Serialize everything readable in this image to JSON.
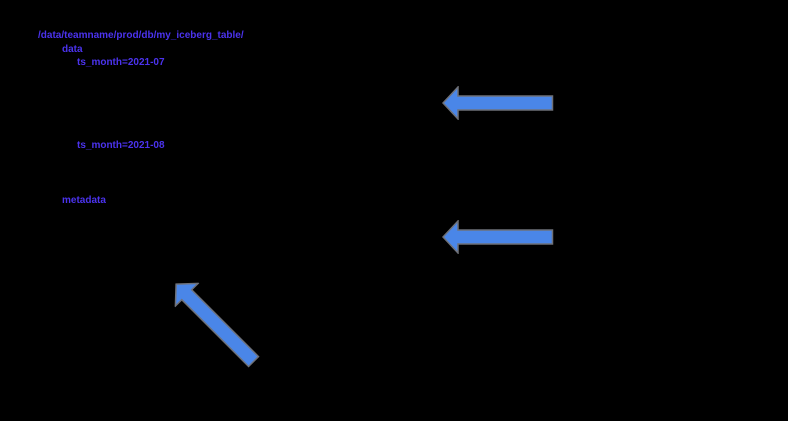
{
  "colors": {
    "background": "#000000",
    "text": "#4b33ee",
    "arrow_fill": "#4a86e8",
    "arrow_stroke": "#6e7179"
  },
  "file_tree": {
    "root_path": "/data/teamname/prod/db/my_iceberg_table/",
    "data_dir": "data",
    "partition_1": "ts_month=2021-07",
    "partition_2": "ts_month=2021-08",
    "metadata_dir": "metadata"
  },
  "arrows": [
    {
      "id": "arrow-upper",
      "direction": "left"
    },
    {
      "id": "arrow-middle",
      "direction": "left"
    },
    {
      "id": "arrow-diagonal",
      "direction": "up-left"
    }
  ]
}
